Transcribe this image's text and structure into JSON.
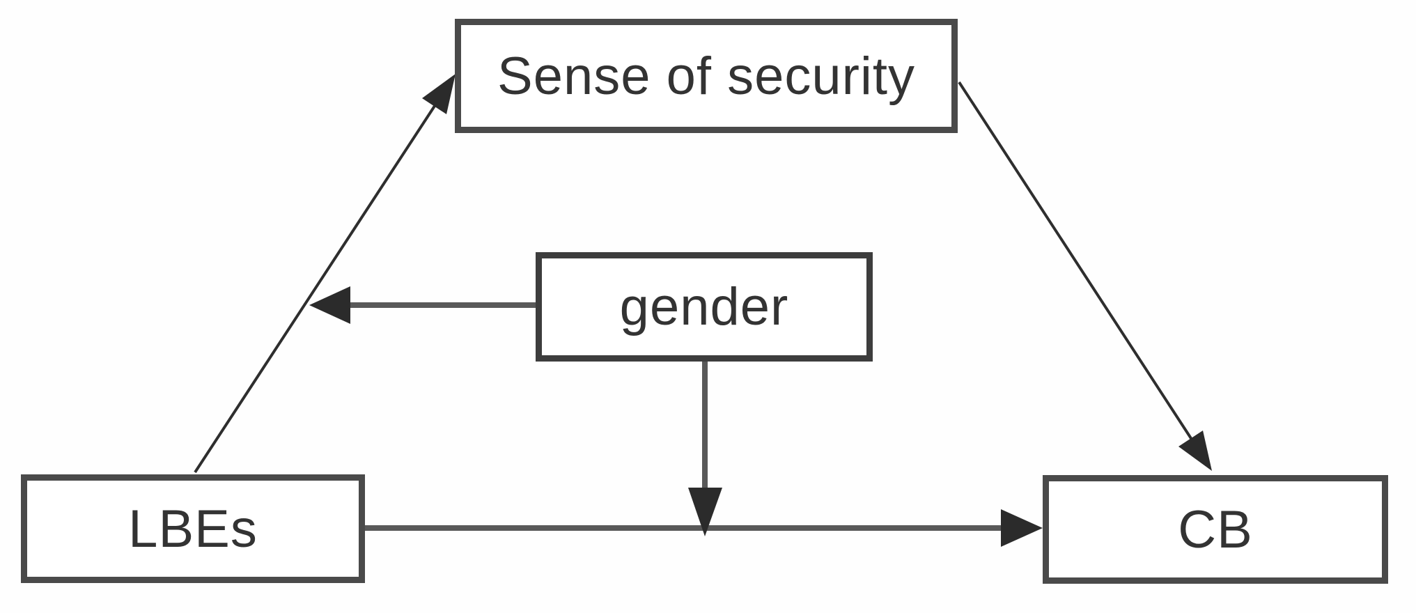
{
  "diagram": {
    "type": "path-model",
    "description": "Mediation / moderation path diagram with four boxes and five arrows",
    "nodes": [
      {
        "id": "sense",
        "label": "Sense of security"
      },
      {
        "id": "gender",
        "label": "gender"
      },
      {
        "id": "lbes",
        "label": "LBEs"
      },
      {
        "id": "cb",
        "label": "CB"
      }
    ],
    "edges": [
      {
        "from": "lbes",
        "to": "sense",
        "style": "thin-diagonal",
        "arrow": "at-sense"
      },
      {
        "from": "sense",
        "to": "cb",
        "style": "thin-diagonal",
        "arrow": "at-cb"
      },
      {
        "from": "lbes",
        "to": "cb",
        "style": "thick-straight",
        "arrow": "at-cb"
      },
      {
        "from": "gender",
        "to": "path lbes-to-sense",
        "style": "thick-straight",
        "arrow": "at-path"
      },
      {
        "from": "gender",
        "to": "path lbes-to-cb",
        "style": "thick-straight",
        "arrow": "at-path"
      }
    ],
    "colors": {
      "background": "#fefefe",
      "box_border": "#4a4a4a",
      "box_fill": "#ffffff",
      "text": "#333333",
      "connector": "#595959",
      "path_line": "#2e2e2e",
      "arrowhead": "#2b2b2b"
    }
  }
}
